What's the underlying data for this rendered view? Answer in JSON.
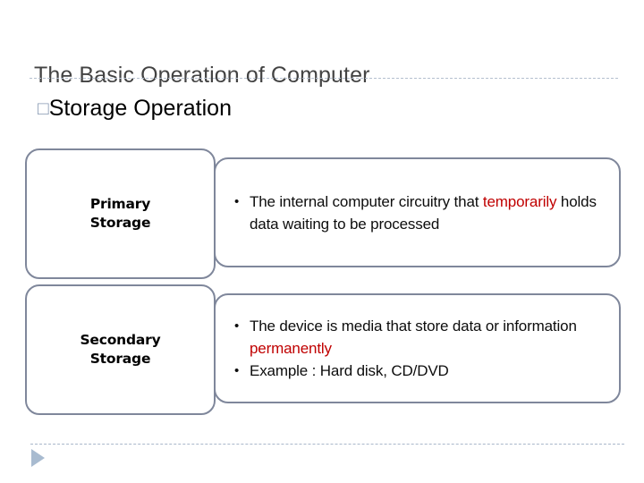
{
  "slide": {
    "title": "The Basic Operation of Computer",
    "subtitle_bullet": "□",
    "subtitle": "Storage Operation",
    "accent_color": "#8496b0",
    "border_color": "#7f879b",
    "highlight_color": "#c00000",
    "title_color": "#434343",
    "arrow_color": "#a8bbd0"
  },
  "rows": [
    {
      "label": "Primary\nStorage",
      "label_line1": "Primary",
      "label_line2": "Storage",
      "bullets": [
        {
          "parts": [
            {
              "text": "The internal computer circuitry that ",
              "highlight": false
            },
            {
              "text": "temporarily",
              "highlight": true
            },
            {
              "text": " holds data waiting to be processed",
              "highlight": false
            }
          ]
        }
      ]
    },
    {
      "label": "Secondary\nStorage",
      "label_line1": "Secondary",
      "label_line2": "Storage",
      "bullets": [
        {
          "parts": [
            {
              "text": "The device is media that store data or information ",
              "highlight": false
            },
            {
              "text": "permanently",
              "highlight": true
            }
          ]
        },
        {
          "parts": [
            {
              "text": "Example : Hard disk, CD/DVD",
              "highlight": false
            }
          ]
        }
      ]
    }
  ]
}
